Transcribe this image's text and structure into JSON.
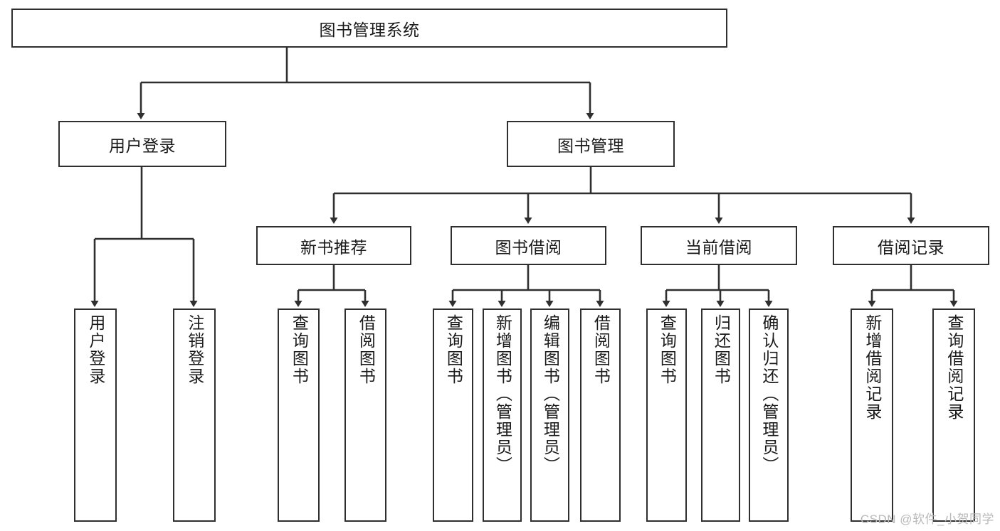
{
  "diagram": {
    "type": "tree",
    "title": "图书管理系统",
    "watermark": "CSDN @软件_小贺同学",
    "colors": {
      "stroke": "#2f2f2f",
      "fill": "#ffffff",
      "text": "#1a1a1a",
      "watermark": "#b9b9b9"
    },
    "root": {
      "label": "图书管理系统"
    },
    "level2": [
      {
        "label": "用户登录"
      },
      {
        "label": "图书管理"
      }
    ],
    "level3": [
      {
        "label": "新书推荐"
      },
      {
        "label": "图书借阅"
      },
      {
        "label": "当前借阅"
      },
      {
        "label": "借阅记录"
      }
    ],
    "leaves": {
      "user_login": [
        {
          "label": "用户登录"
        },
        {
          "label": "注销登录"
        }
      ],
      "new_book": [
        {
          "label": "查询图书"
        },
        {
          "label": "借阅图书"
        }
      ],
      "book_borrow": [
        {
          "label": "查询图书"
        },
        {
          "label": "新增图书（管理员）"
        },
        {
          "label": "编辑图书（管理员）"
        },
        {
          "label": "借阅图书"
        }
      ],
      "current_borrow": [
        {
          "label": "查询图书"
        },
        {
          "label": "归还图书"
        },
        {
          "label": "确认归还（管理员）"
        }
      ],
      "borrow_record": [
        {
          "label": "新增借阅记录"
        },
        {
          "label": "查询借阅记录"
        }
      ]
    }
  }
}
